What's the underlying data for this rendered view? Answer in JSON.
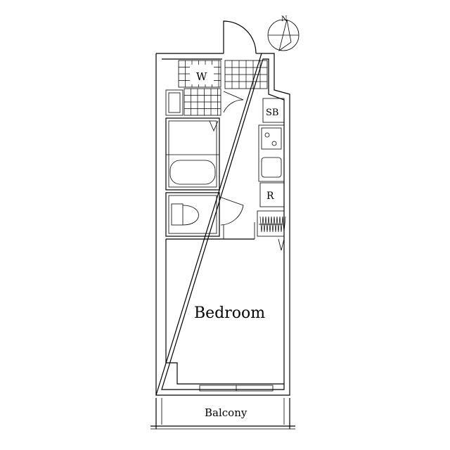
{
  "floorplan": {
    "labels": {
      "washer": "W",
      "shoe_box": "SB",
      "refrigerator": "R",
      "bedroom": "Bedroom",
      "balcony": "Balcony",
      "north": "N"
    },
    "colors": {
      "line": "#000000",
      "background": "#ffffff"
    }
  }
}
